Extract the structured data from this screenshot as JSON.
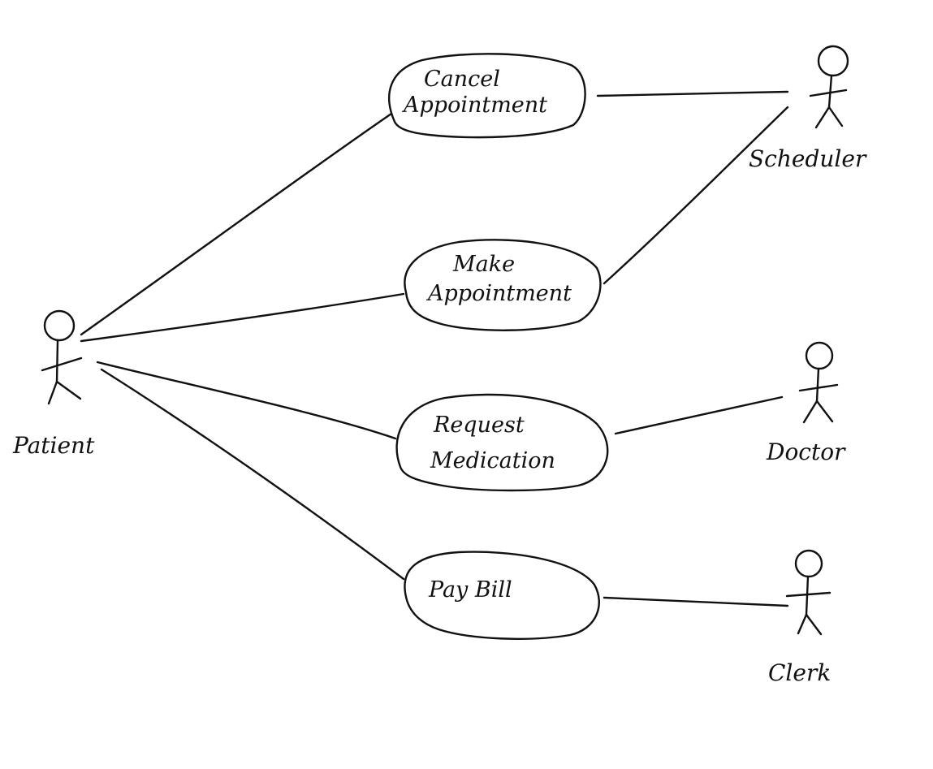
{
  "actors": {
    "patient": {
      "label": "Patient"
    },
    "scheduler": {
      "label": "Scheduler"
    },
    "doctor": {
      "label": "Doctor"
    },
    "clerk": {
      "label": "Clerk"
    }
  },
  "use_cases": {
    "cancel": {
      "line1": "Cancel",
      "line2": "Appointment"
    },
    "make": {
      "line1": "Make",
      "line2": "Appointment"
    },
    "request": {
      "line1": "Request",
      "line2": "Medication"
    },
    "pay": {
      "line1": "Pay Bill"
    }
  }
}
